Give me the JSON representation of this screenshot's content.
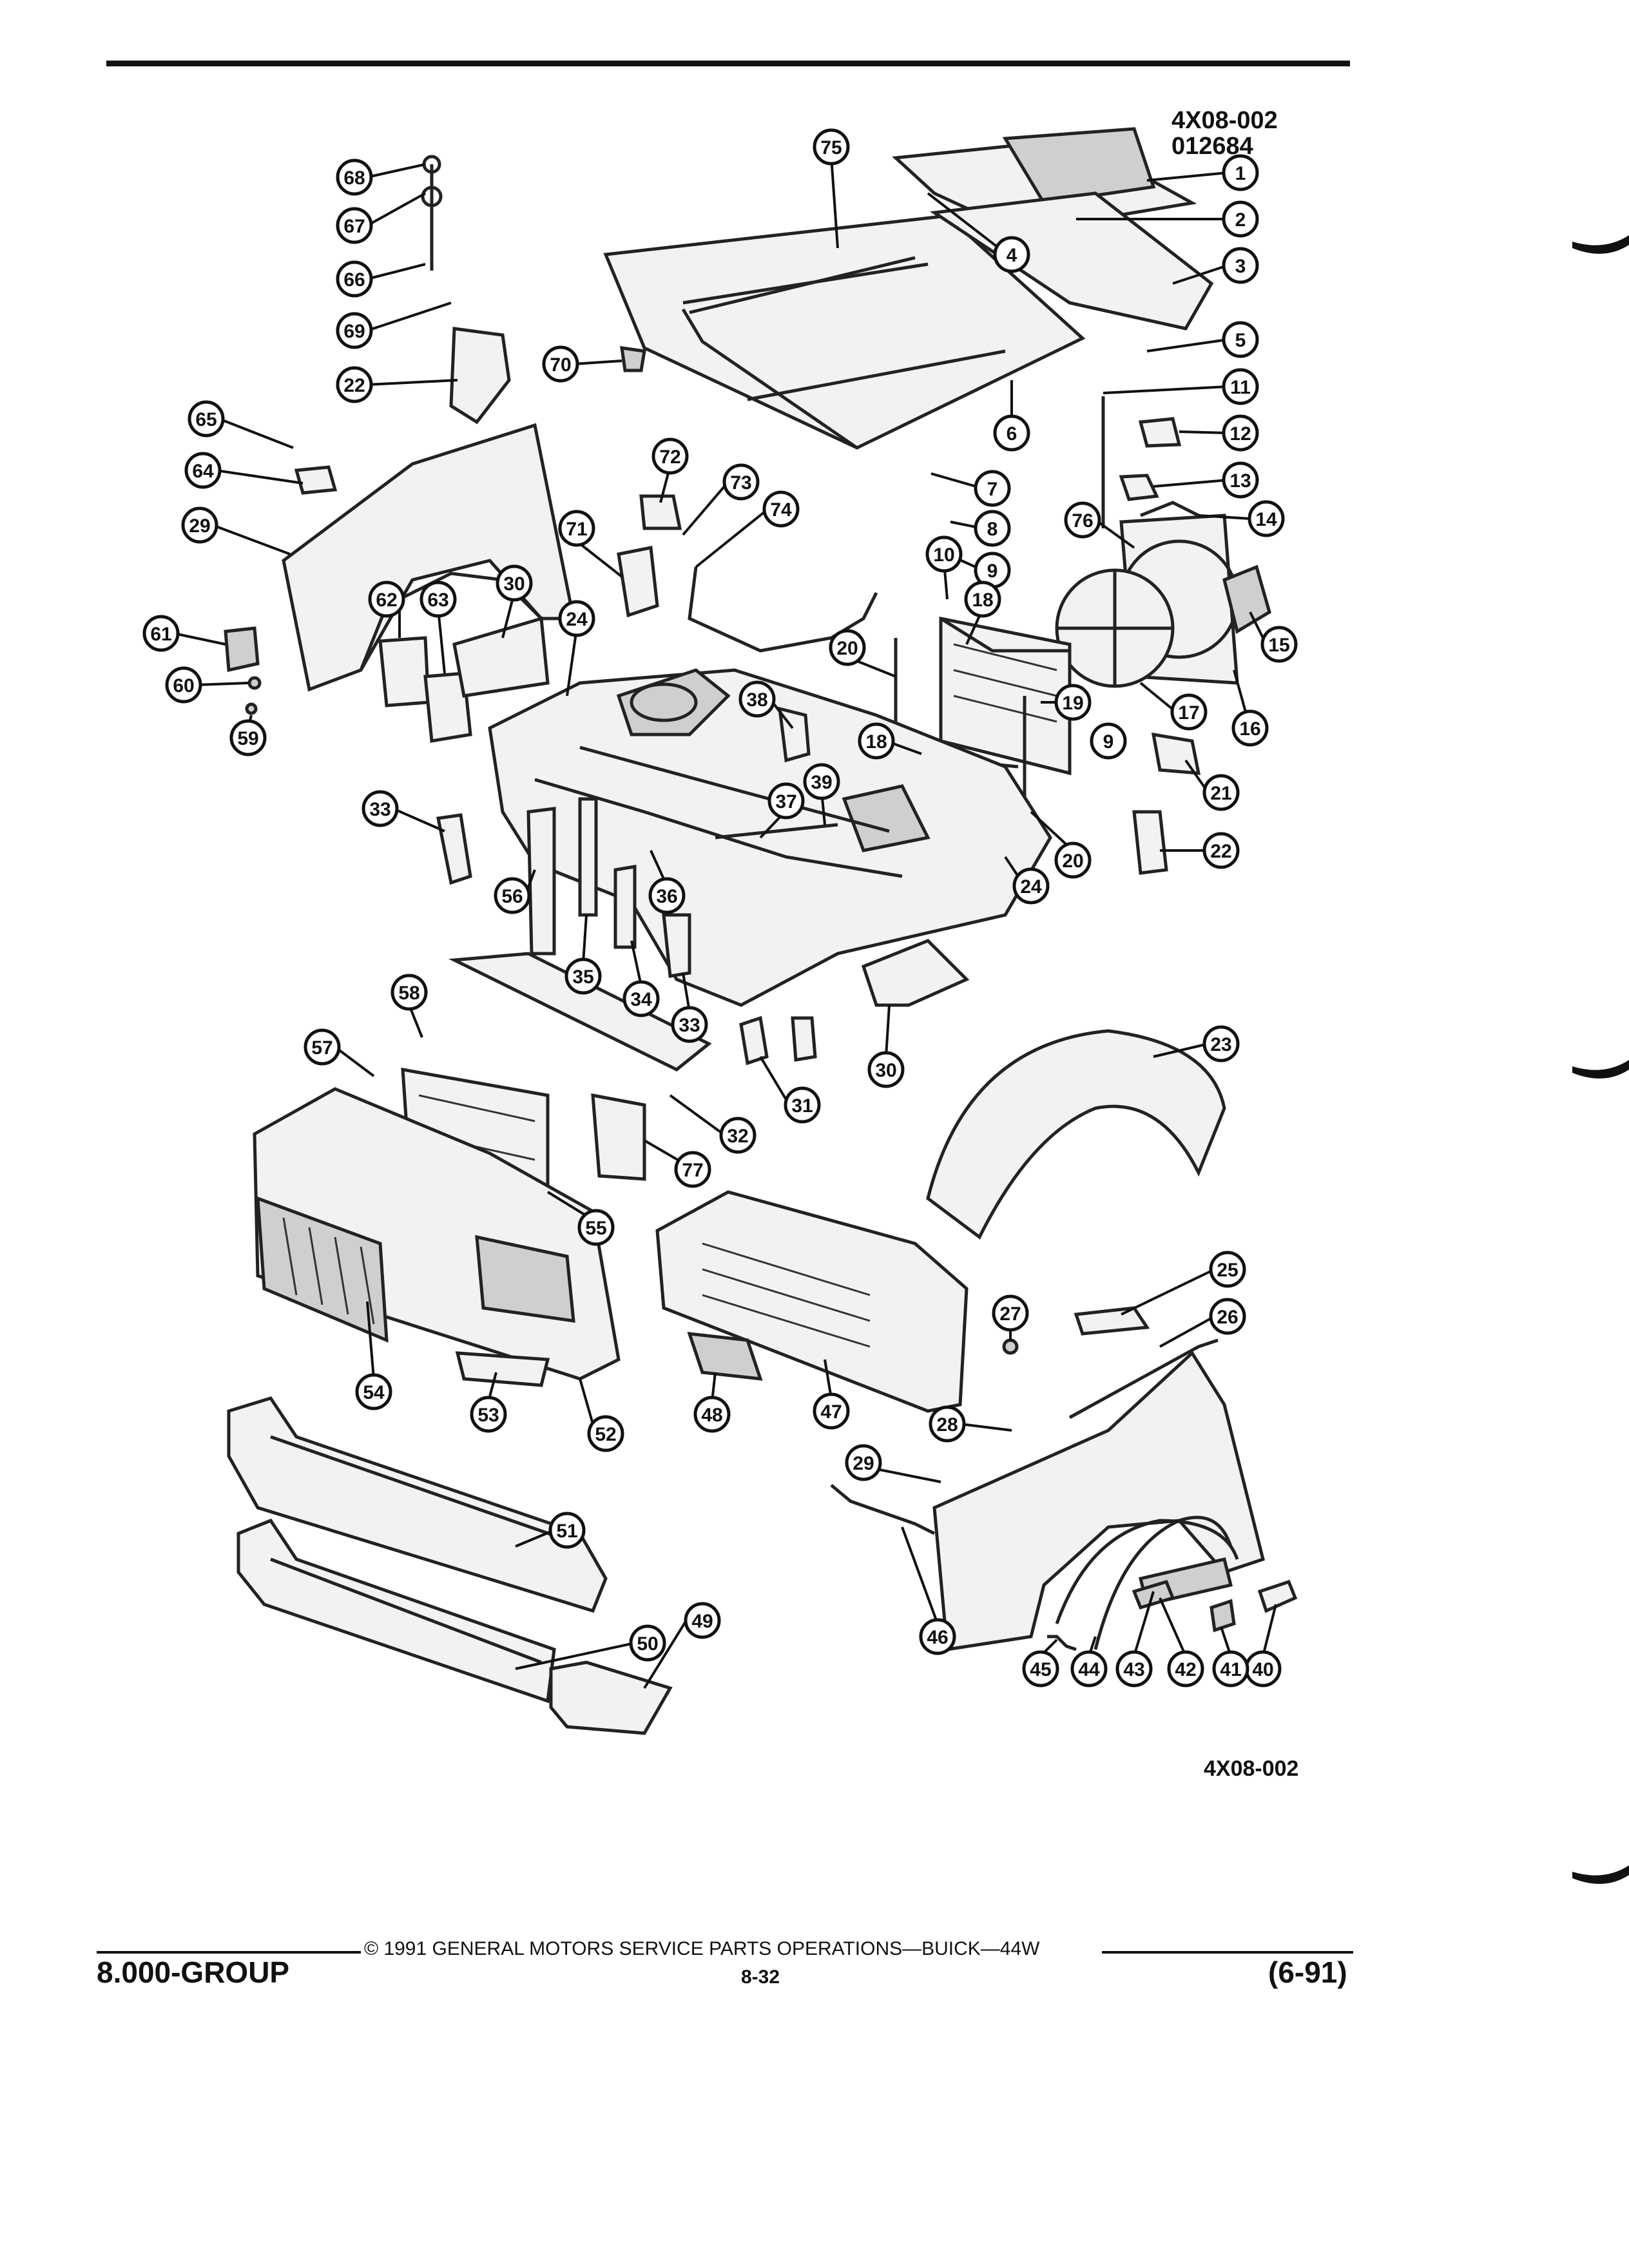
{
  "header": {
    "ref_code": "4X08-002",
    "ref_number": "012684"
  },
  "diagram": {
    "bottom_ref": "4X08-002",
    "callouts": [
      {
        "n": "1"
      },
      {
        "n": "2"
      },
      {
        "n": "3"
      },
      {
        "n": "4"
      },
      {
        "n": "5"
      },
      {
        "n": "6"
      },
      {
        "n": "7"
      },
      {
        "n": "8"
      },
      {
        "n": "9"
      },
      {
        "n": "9"
      },
      {
        "n": "10"
      },
      {
        "n": "11"
      },
      {
        "n": "12"
      },
      {
        "n": "13"
      },
      {
        "n": "14"
      },
      {
        "n": "15"
      },
      {
        "n": "16"
      },
      {
        "n": "17"
      },
      {
        "n": "18"
      },
      {
        "n": "18"
      },
      {
        "n": "19"
      },
      {
        "n": "20"
      },
      {
        "n": "20"
      },
      {
        "n": "21"
      },
      {
        "n": "22"
      },
      {
        "n": "22"
      },
      {
        "n": "23"
      },
      {
        "n": "24"
      },
      {
        "n": "24"
      },
      {
        "n": "25"
      },
      {
        "n": "26"
      },
      {
        "n": "27"
      },
      {
        "n": "28"
      },
      {
        "n": "29"
      },
      {
        "n": "29"
      },
      {
        "n": "30"
      },
      {
        "n": "30"
      },
      {
        "n": "31"
      },
      {
        "n": "32"
      },
      {
        "n": "33"
      },
      {
        "n": "33"
      },
      {
        "n": "34"
      },
      {
        "n": "35"
      },
      {
        "n": "36"
      },
      {
        "n": "37"
      },
      {
        "n": "38"
      },
      {
        "n": "39"
      },
      {
        "n": "40"
      },
      {
        "n": "41"
      },
      {
        "n": "42"
      },
      {
        "n": "43"
      },
      {
        "n": "44"
      },
      {
        "n": "45"
      },
      {
        "n": "46"
      },
      {
        "n": "47"
      },
      {
        "n": "48"
      },
      {
        "n": "49"
      },
      {
        "n": "50"
      },
      {
        "n": "51"
      },
      {
        "n": "52"
      },
      {
        "n": "53"
      },
      {
        "n": "54"
      },
      {
        "n": "55"
      },
      {
        "n": "56"
      },
      {
        "n": "57"
      },
      {
        "n": "58"
      },
      {
        "n": "59"
      },
      {
        "n": "60"
      },
      {
        "n": "61"
      },
      {
        "n": "62"
      },
      {
        "n": "63"
      },
      {
        "n": "64"
      },
      {
        "n": "65"
      },
      {
        "n": "66"
      },
      {
        "n": "67"
      },
      {
        "n": "68"
      },
      {
        "n": "69"
      },
      {
        "n": "70"
      },
      {
        "n": "71"
      },
      {
        "n": "72"
      },
      {
        "n": "73"
      },
      {
        "n": "74"
      },
      {
        "n": "75"
      },
      {
        "n": "76"
      },
      {
        "n": "77"
      }
    ]
  },
  "footer": {
    "group": "8.000-GROUP",
    "copyright": "© 1991 GENERAL MOTORS SERVICE PARTS OPERATIONS—BUICK—44W",
    "page": "8-32",
    "date": "(6-91)"
  }
}
